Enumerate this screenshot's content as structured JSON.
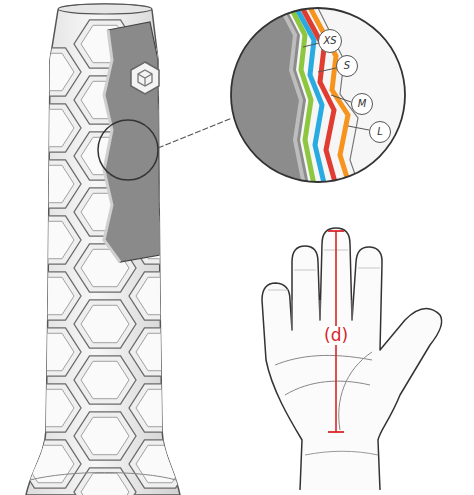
{
  "diagram": {
    "labels": [
      "XS",
      "S",
      "M",
      "L",
      "(d)"
    ]
  }
}
